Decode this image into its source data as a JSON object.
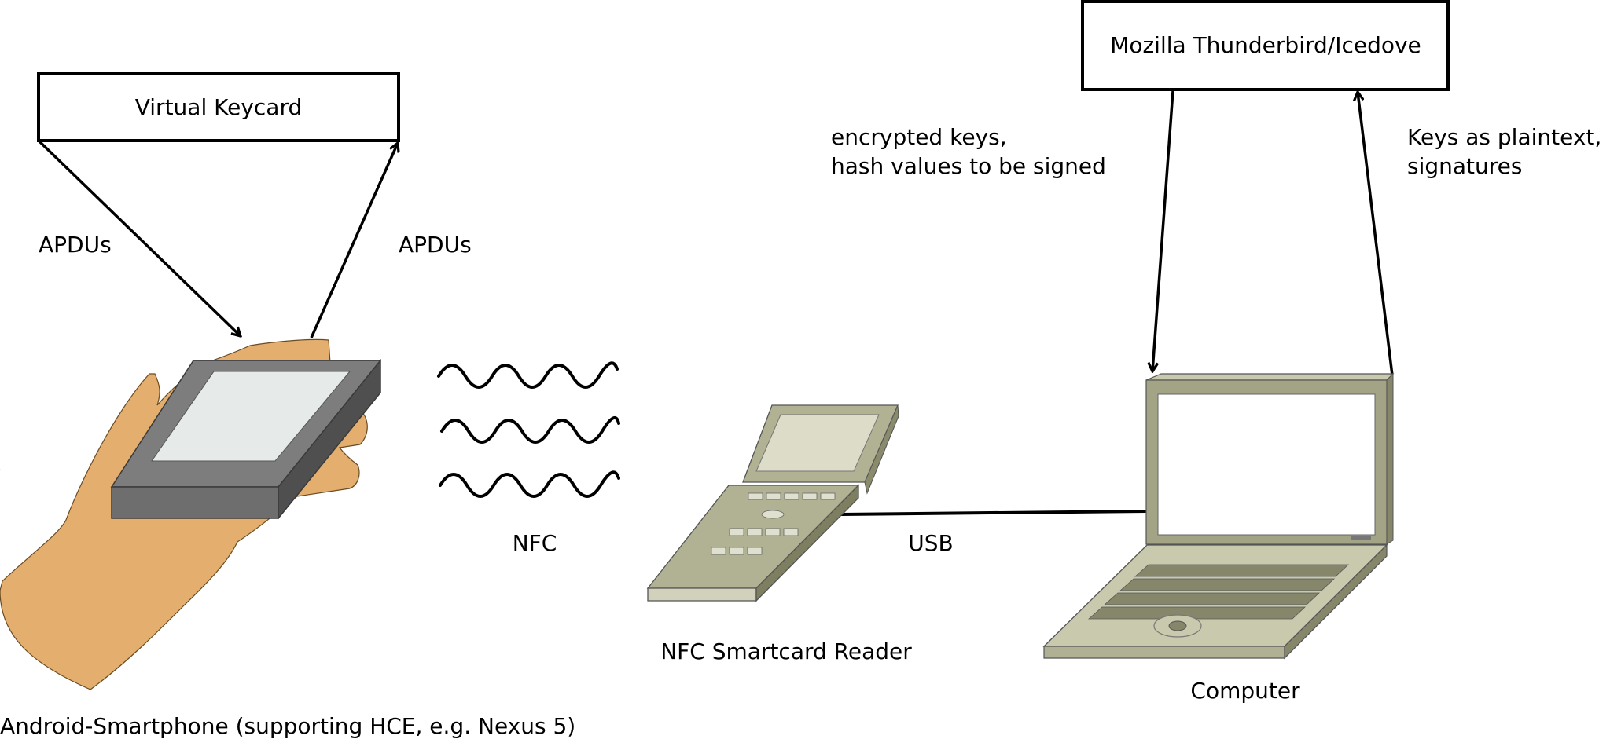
{
  "boxes": {
    "virtual_keycard": "Virtual Keycard",
    "thunderbird": "Mozilla Thunderbird/Icedove"
  },
  "labels": {
    "apdus_in": "APDUs",
    "apdus_out": "APDUs",
    "nfc": "NFC",
    "usb": "USB",
    "encrypted_line1": "encrypted keys,",
    "encrypted_line2": "hash values to be signed",
    "plaintext_line1": "Keys as plaintext,",
    "plaintext_line2": "signatures"
  },
  "devices": {
    "smartphone": "Android-Smartphone (supporting HCE, e.g. Nexus 5)",
    "reader": "NFC Smartcard Reader",
    "computer": "Computer"
  },
  "colors": {
    "skin": "#e3ae6e",
    "phone_body": "#6e6e6e",
    "phone_screen": "#e6ebea",
    "reader_body": "#b1b193",
    "laptop_body": "#c9c9ad",
    "laptop_frame": "#a3a386"
  }
}
